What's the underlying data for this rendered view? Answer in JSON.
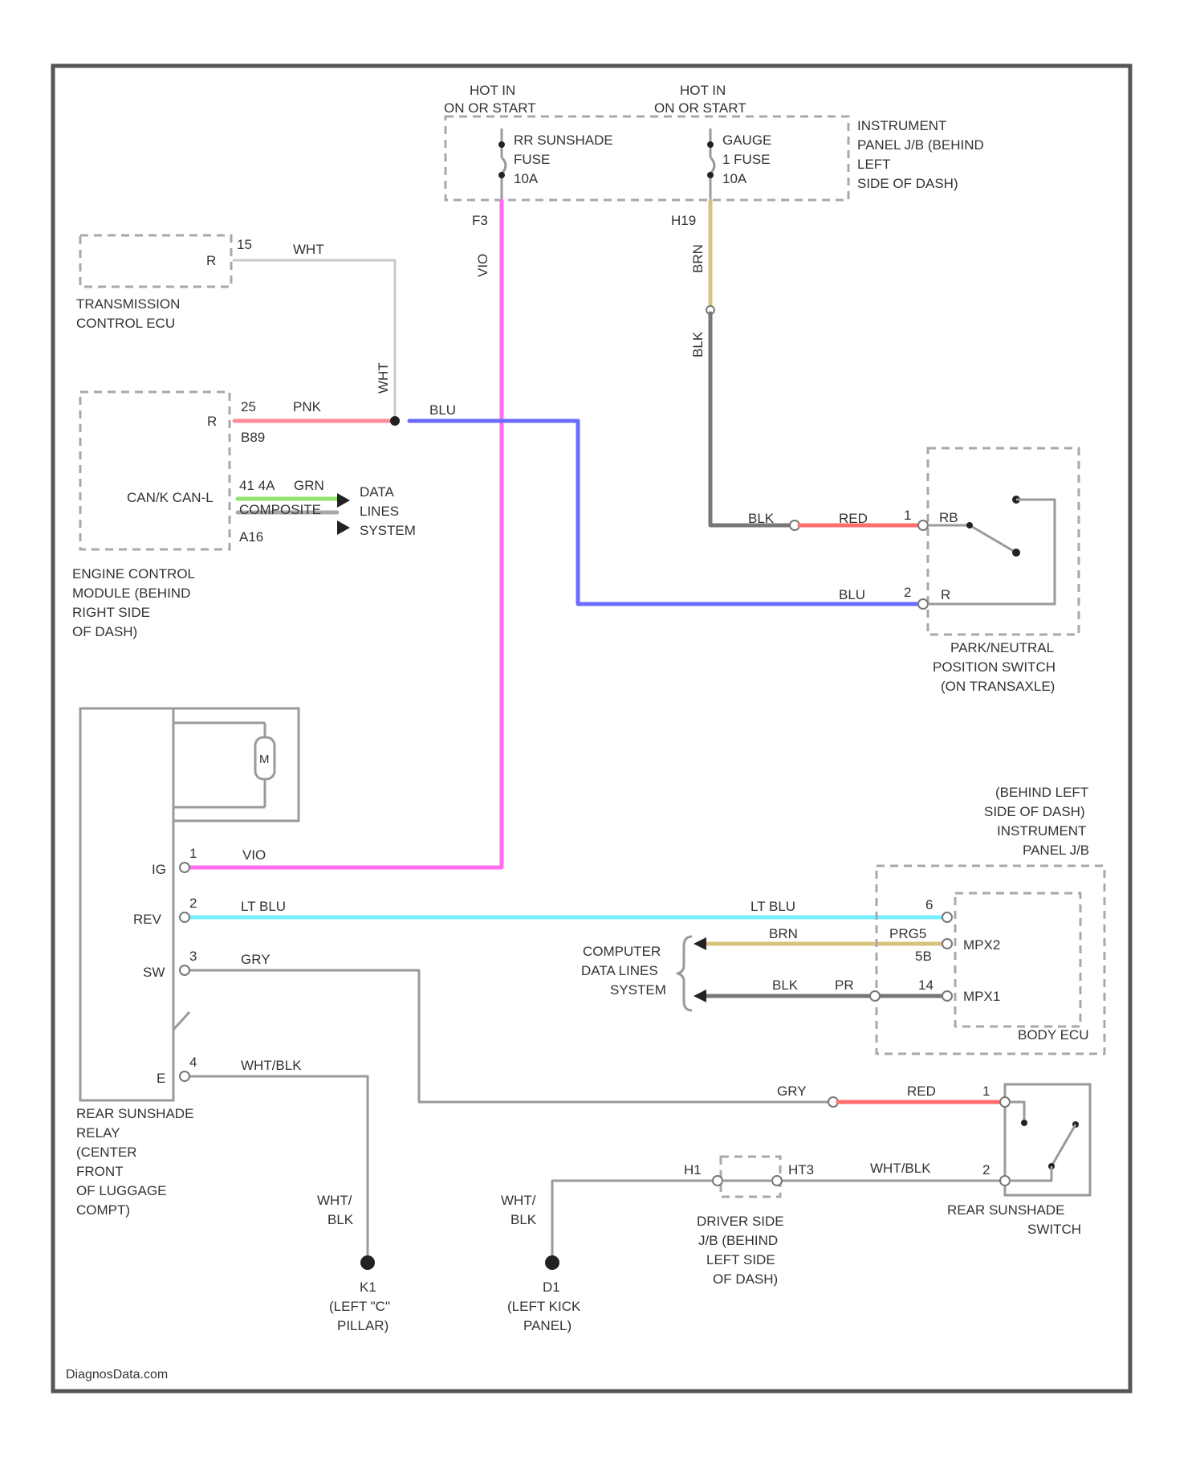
{
  "colors": {
    "VIO": "#ff6cf2",
    "BLU": "#6b6bff",
    "PNK": "#ff8a96",
    "GRN": "#8de36e",
    "BRN": "#d8c27e",
    "BLK": "#777777",
    "RED": "#ff6d6d",
    "LT BLU": "#74f0ff",
    "GRY": "#a8a8a8",
    "WHT": "#c8c8c8",
    "WHT/BLK": "#9a9a9a"
  },
  "hot_in_1": [
    "HOT IN",
    "ON OR START"
  ],
  "hot_in_2": [
    "HOT IN",
    "ON OR START"
  ],
  "fuse1": [
    "RR SUNSHADE",
    "FUSE",
    "10A"
  ],
  "fuse2": [
    "GAUGE",
    "1 FUSE",
    "10A"
  ],
  "instrument_jb": [
    "INSTRUMENT",
    "PANEL J/B (BEHIND",
    "LEFT",
    "SIDE OF DASH)"
  ],
  "fuse1_pin": "F3",
  "fuse2_pin": "H19",
  "tcu": {
    "pin_letter": "R",
    "pin_no": "15",
    "wire": "WHT",
    "lines": [
      "TRANSMISSION",
      "CONTROL ECU"
    ]
  },
  "ecm": {
    "pin_letter": "R",
    "pin_no": "25",
    "pin_label": "B89",
    "wire": "PNK",
    "can_label": "CAN/K CAN-L",
    "can_pins": [
      "41 4A",
      "COMPOSITE",
      "A16"
    ],
    "can_wire": "GRN",
    "lines": [
      "ENGINE CONTROL",
      "MODULE (BEHIND",
      "RIGHT SIDE",
      "OF DASH)"
    ]
  },
  "data_lines": [
    "DATA",
    "LINES",
    "SYSTEM"
  ],
  "wire_vio_label": "VIO",
  "wire_brn_label": "BRN",
  "wire_blk_label": "BLK",
  "wire_wht_label": "WHT",
  "wire_blu_label": "BLU",
  "pn_switch": {
    "blk": "BLK",
    "red": "RED",
    "pin_top": "1",
    "pin_top_label": "RB",
    "blu": "BLU",
    "pin_bot": "2",
    "pin_bot_label": "R",
    "lines": [
      "PARK/NEUTRAL",
      "POSITION SWITCH",
      "(ON TRANSAXLE)"
    ]
  },
  "relay": {
    "motor": "M",
    "pin_ig": "1",
    "ig": "IG",
    "vio": "VIO",
    "pin_rev": "2",
    "rev": "REV",
    "ltblu": "LT BLU",
    "pin_sw": "3",
    "sw": "SW",
    "gry": "GRY",
    "pin_gnd": "4",
    "gnd": "E",
    "whtblk": "WHT/BLK",
    "lines": [
      "REAR SUNSHADE",
      "RELAY",
      "(CENTER",
      "FRONT",
      "OF LUGGAGE",
      "COMPT)"
    ]
  },
  "body_ecu": {
    "jb_lines": [
      "(BEHIND LEFT",
      "SIDE OF DASH)",
      "INSTRUMENT",
      "PANEL J/B"
    ],
    "ltblu": "LT BLU",
    "pin_ltblu": "6",
    "brn": "BRN",
    "brn_pin": "PRG5",
    "brn_pin2": "5B",
    "mpx2": "MPX2",
    "blk": "BLK",
    "blk_pin": "PR",
    "blk_pin2": "14",
    "mpx1": "MPX1",
    "computer_lines": [
      "COMPUTER",
      "DATA LINES",
      "SYSTEM"
    ],
    "name": "BODY ECU"
  },
  "sunshade_switch": {
    "gry": "GRY",
    "red": "RED",
    "pin1": "1",
    "whtblk": "WHT/BLK",
    "pin2": "2",
    "lines": [
      "REAR SUNSHADE",
      "SWITCH"
    ]
  },
  "driver_jb": {
    "pin_a": "H1",
    "pin_b": "HT3",
    "lines": [
      "DRIVER SIDE",
      "J/B (BEHIND",
      "LEFT SIDE",
      "OF DASH)"
    ]
  },
  "ground1": {
    "wire": [
      "WHT/",
      "BLK"
    ],
    "id": "K1",
    "lines": [
      "(LEFT \"C\"",
      "PILLAR)"
    ]
  },
  "ground2": {
    "wire": [
      "WHT/",
      "BLK"
    ],
    "id": "D1",
    "lines": [
      "(LEFT KICK",
      "PANEL)"
    ]
  },
  "watermark": "DiagnosData.com"
}
